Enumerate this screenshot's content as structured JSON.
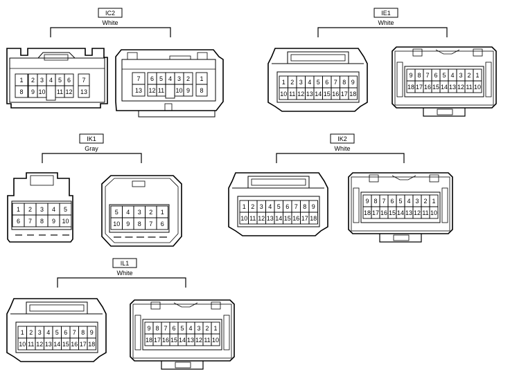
{
  "connectors": [
    {
      "id": "IC2",
      "color": "White",
      "female": {
        "top": [
          "1",
          "2",
          "3",
          "4",
          "5",
          "6",
          "7"
        ],
        "bottom": [
          "8",
          "9",
          "10",
          "11",
          "12",
          "13"
        ]
      },
      "male": {
        "top": [
          "7",
          "6",
          "5",
          "4",
          "3",
          "2",
          "1"
        ],
        "bottom": [
          "13",
          "12",
          "11",
          "10",
          "9",
          "8"
        ]
      }
    },
    {
      "id": "IE1",
      "color": "White",
      "female": {
        "top": [
          "1",
          "2",
          "3",
          "4",
          "5",
          "6",
          "7",
          "8",
          "9"
        ],
        "bottom": [
          "10",
          "11",
          "12",
          "13",
          "14",
          "15",
          "16",
          "17",
          "18"
        ]
      },
      "male": {
        "top": [
          "9",
          "8",
          "7",
          "6",
          "5",
          "4",
          "3",
          "2",
          "1"
        ],
        "bottom": [
          "18",
          "17",
          "16",
          "15",
          "14",
          "13",
          "12",
          "11",
          "10"
        ]
      }
    },
    {
      "id": "IK1",
      "color": "Gray",
      "female": {
        "top": [
          "1",
          "2",
          "3",
          "4",
          "5"
        ],
        "bottom": [
          "6",
          "7",
          "8",
          "9",
          "10"
        ]
      },
      "male": {
        "top": [
          "5",
          "4",
          "3",
          "2",
          "1"
        ],
        "bottom": [
          "10",
          "9",
          "8",
          "7",
          "6"
        ]
      }
    },
    {
      "id": "IK2",
      "color": "White",
      "female": {
        "top": [
          "1",
          "2",
          "3",
          "4",
          "5",
          "6",
          "7",
          "8",
          "9"
        ],
        "bottom": [
          "10",
          "11",
          "12",
          "13",
          "14",
          "15",
          "16",
          "17",
          "18"
        ]
      },
      "male": {
        "top": [
          "9",
          "8",
          "7",
          "6",
          "5",
          "4",
          "3",
          "2",
          "1"
        ],
        "bottom": [
          "18",
          "17",
          "16",
          "15",
          "14",
          "13",
          "12",
          "11",
          "10"
        ]
      }
    },
    {
      "id": "IL1",
      "color": "White",
      "female": {
        "top": [
          "1",
          "2",
          "3",
          "4",
          "5",
          "6",
          "7",
          "8",
          "9"
        ],
        "bottom": [
          "10",
          "11",
          "12",
          "13",
          "14",
          "15",
          "16",
          "17",
          "18"
        ]
      },
      "male": {
        "top": [
          "9",
          "8",
          "7",
          "6",
          "5",
          "4",
          "3",
          "2",
          "1"
        ],
        "bottom": [
          "18",
          "17",
          "16",
          "15",
          "14",
          "13",
          "12",
          "11",
          "10"
        ]
      }
    }
  ]
}
